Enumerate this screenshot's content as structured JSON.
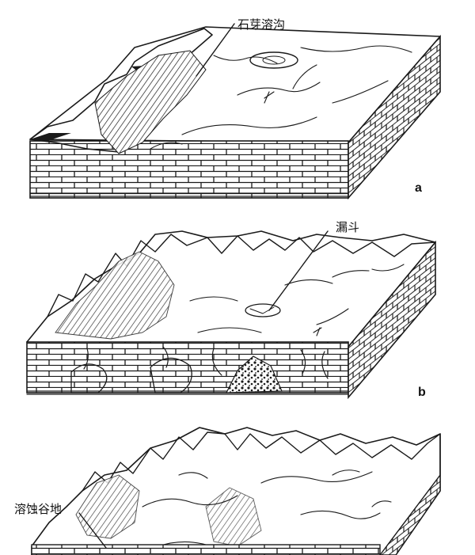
{
  "panels": [
    {
      "id": "a",
      "letter": "a",
      "label": "石芽溶沟"
    },
    {
      "id": "b",
      "letter": "b",
      "label": "漏斗"
    },
    {
      "id": "c",
      "letter": "",
      "label": "溶蚀谷地"
    }
  ]
}
